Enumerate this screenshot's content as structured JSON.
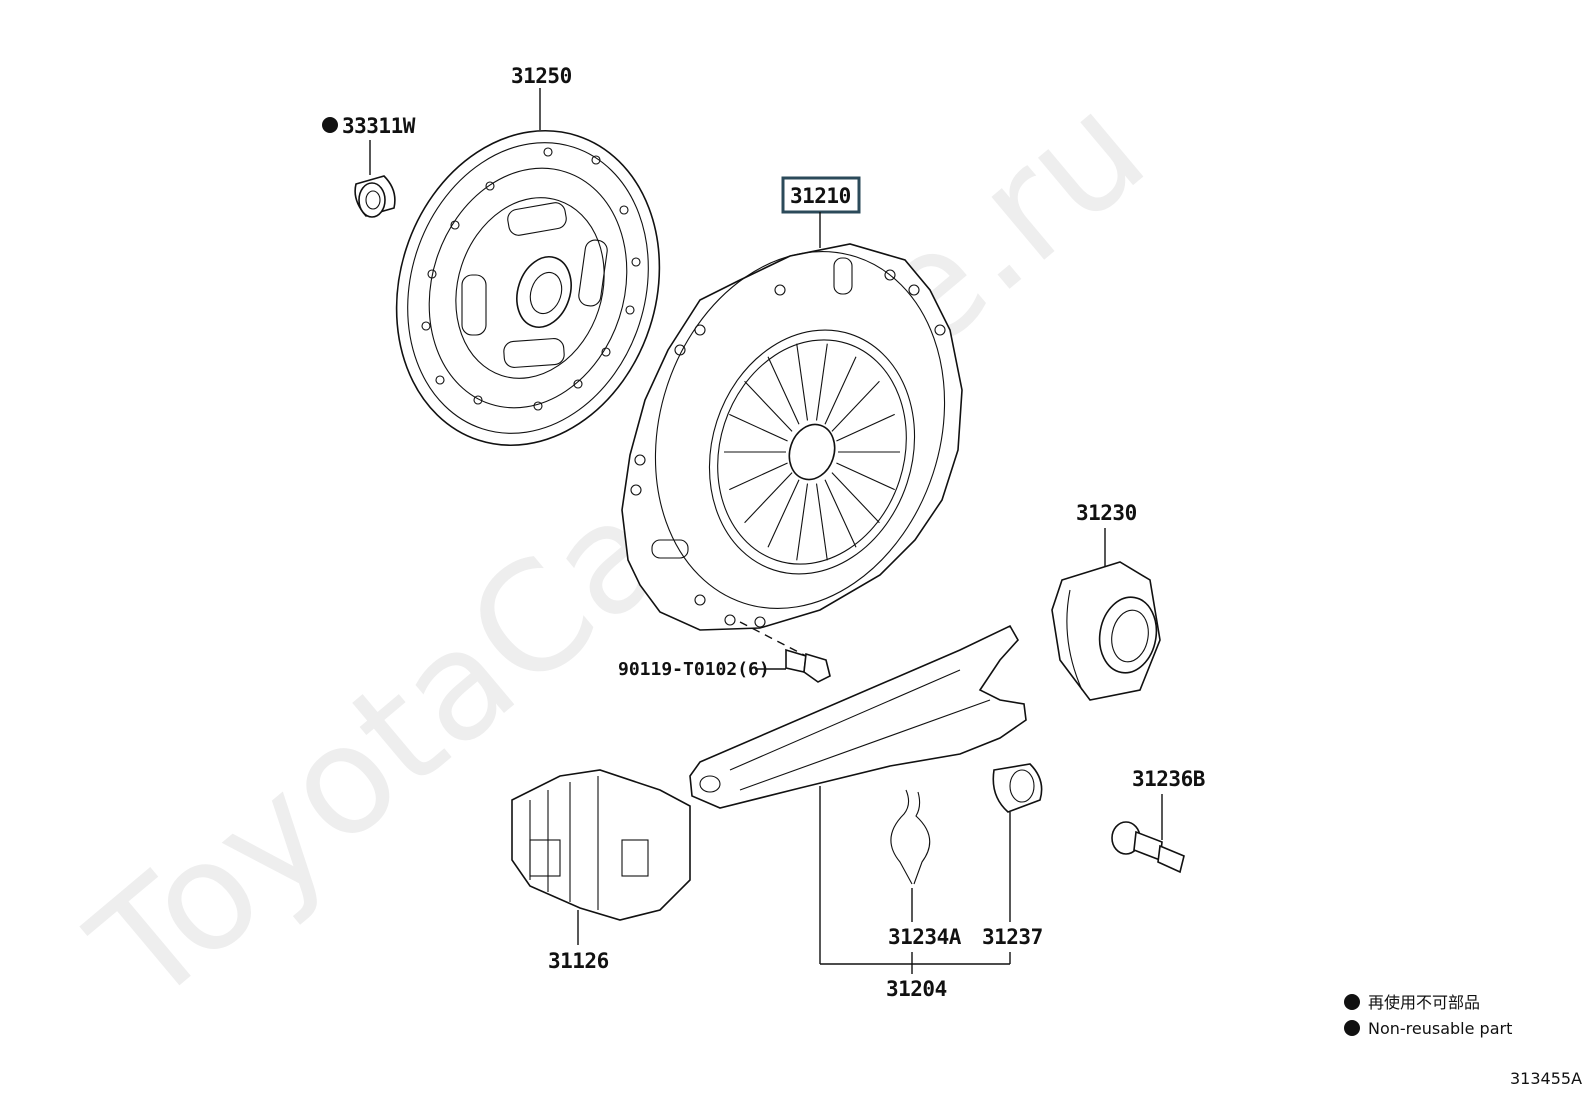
{
  "watermark": "ToyotaCarMine.ru",
  "diagram_code": "313455A",
  "parts": {
    "clutch_disc": "31250",
    "pilot_bearing": "33311W",
    "clutch_cover": "31210",
    "cover_bolt": "90119-T0102(6)",
    "release_bearing": "31230",
    "fork_boot": "31126",
    "release_fork_sub": "31204",
    "fork_clip": "31234A",
    "fork_bushing": "31237",
    "pivot_stud": "31236B"
  },
  "legend": {
    "item_japanese": "再使用不可部品",
    "item_english": "Non-reusable part"
  }
}
